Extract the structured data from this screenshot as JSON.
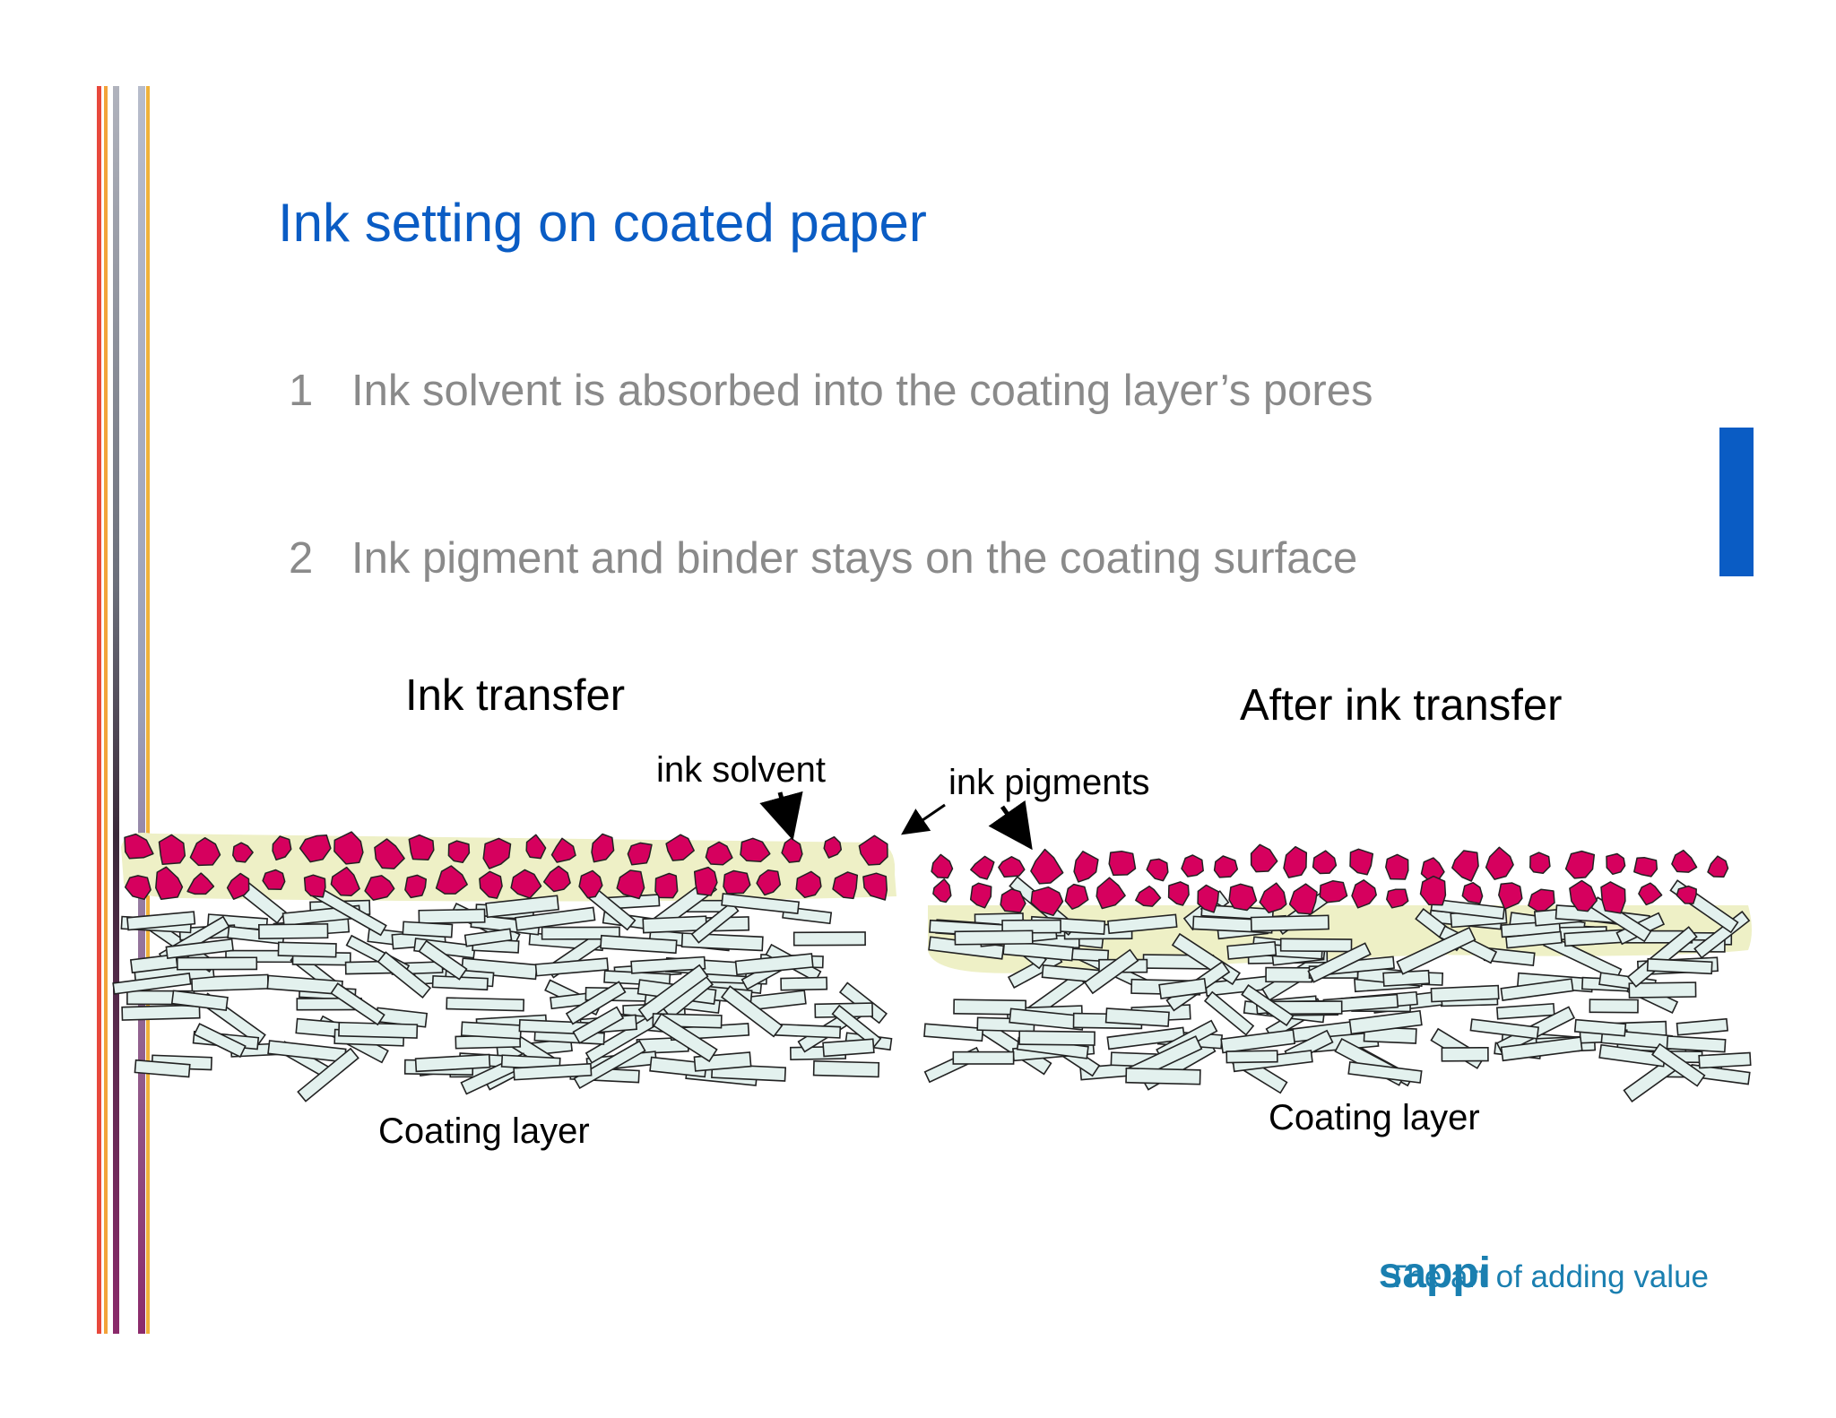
{
  "slide": {
    "title": "Ink setting on coated paper",
    "bullets": [
      {
        "num": "1",
        "text": "Ink solvent is absorbed into the coating layer’s pores"
      },
      {
        "num": "2",
        "text": "Ink pigment and binder stays on the coating surface"
      }
    ],
    "accent_color": "#0a5cc4"
  },
  "diagram": {
    "left_title": "Ink transfer",
    "right_title": "After ink transfer",
    "label_solvent": "ink solvent",
    "label_pigments": "ink pigments",
    "left_layer_label": "Coating layer",
    "right_layer_label": "Coating layer",
    "colors": {
      "pigment": "#d6005e",
      "solvent": "#eef0c6",
      "coating_particle": "#e3f1ee"
    }
  },
  "footer": {
    "brand": "sappi",
    "tagline": "The art of adding value",
    "color": "#1a7fb0"
  },
  "decor": {
    "stripe_colors": [
      "#e8483c",
      "#f3a23a",
      "#8b2a6b",
      "#b7bccb",
      "#f0b23a"
    ]
  }
}
